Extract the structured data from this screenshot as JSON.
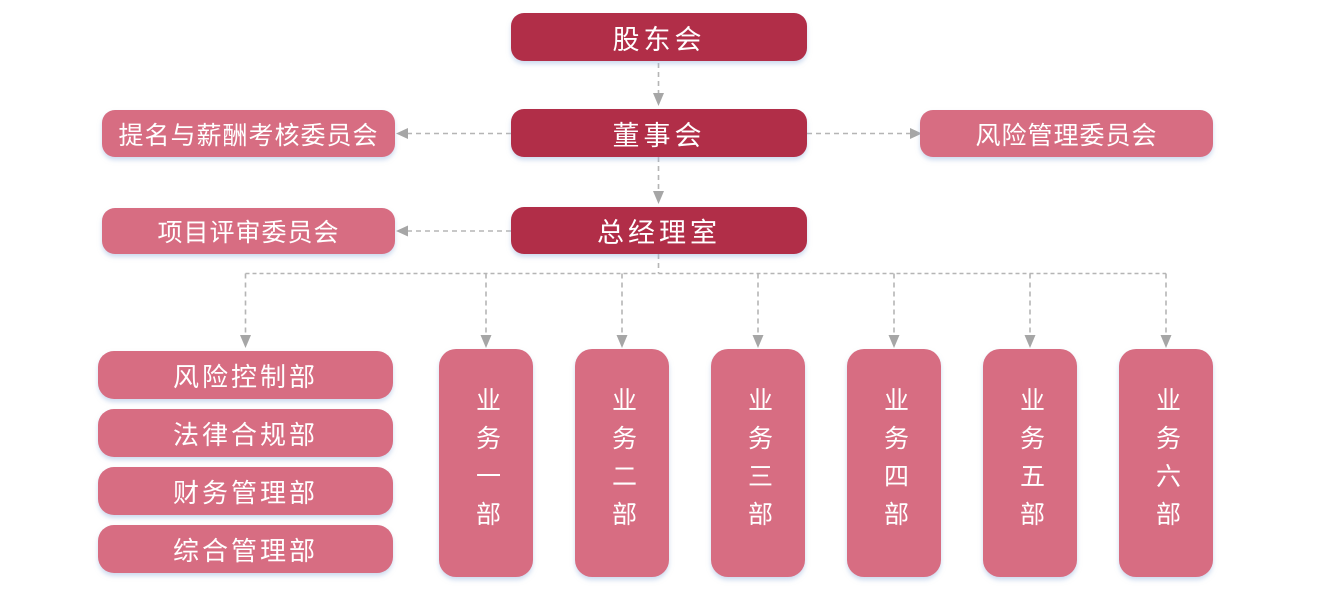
{
  "colors": {
    "node_dark": "#b12e48",
    "node_pink": "#d76d82",
    "node_text": "#ffffff",
    "connector": "#b5b5b5",
    "arrowhead": "#a6a6a6",
    "background": "#ffffff"
  },
  "org_chart": {
    "shareholders": "股东会",
    "board": "董事会",
    "nomination_committee": "提名与薪酬考核委员会",
    "risk_committee": "风险管理委员会",
    "gm_office": "总经理室",
    "project_review_committee": "项目评审委员会",
    "functional_departments": [
      "风险控制部",
      "法律合规部",
      "财务管理部",
      "综合管理部"
    ],
    "business_departments": [
      "业务一部",
      "业务二部",
      "业务三部",
      "业务四部",
      "业务五部",
      "业务六部"
    ]
  }
}
